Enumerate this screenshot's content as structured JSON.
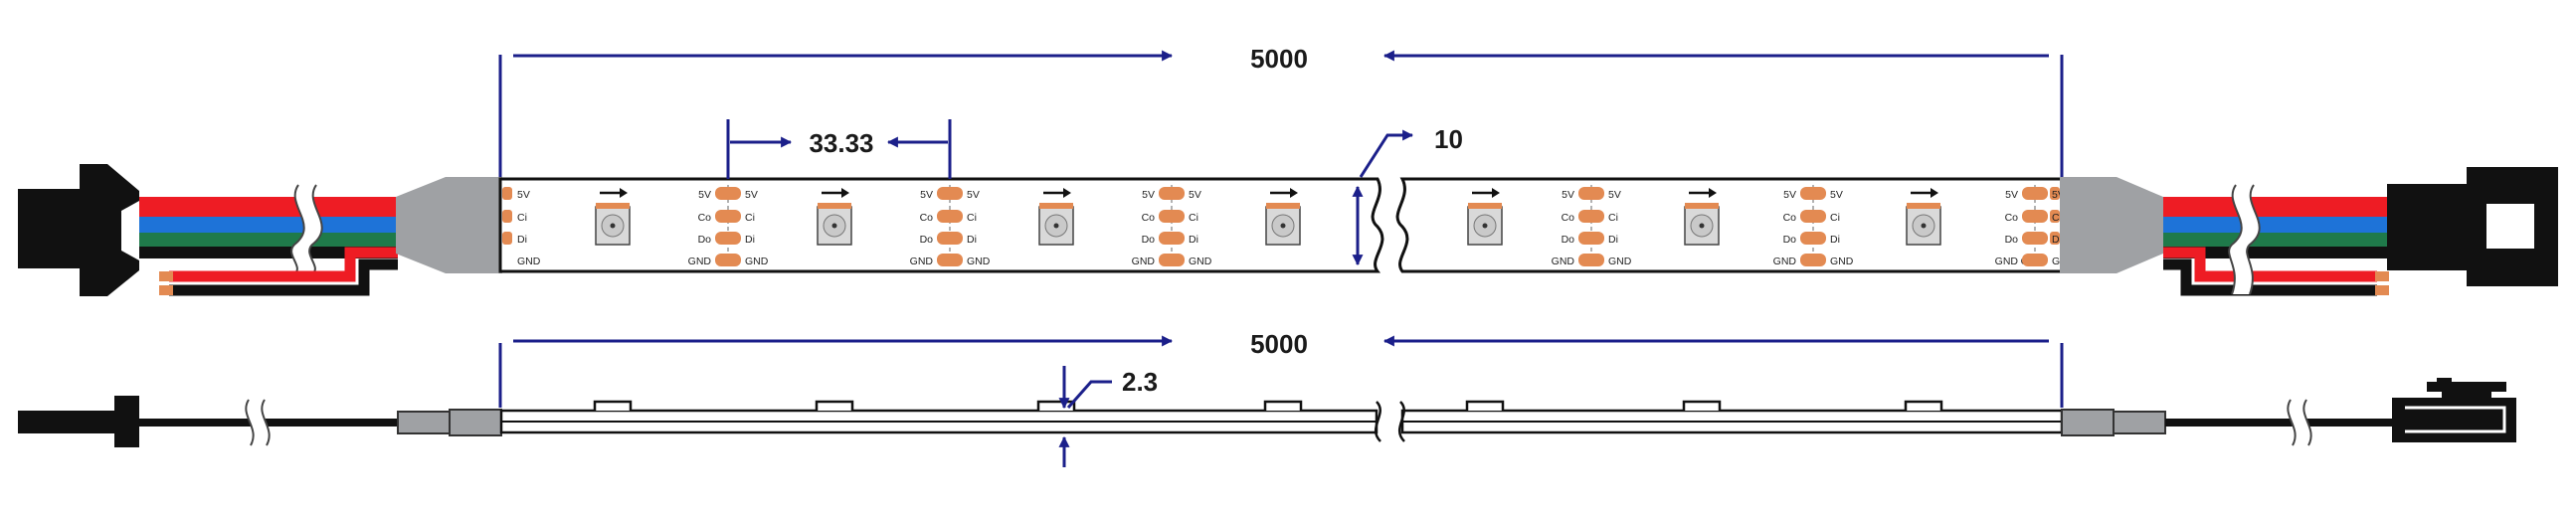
{
  "dimensions": {
    "total_length_top": "5000",
    "led_pitch": "33.33",
    "strip_width": "10",
    "total_length_side": "5000",
    "thickness": "2.3"
  },
  "pad_labels": {
    "power": "5V",
    "clock_in": "Ci",
    "data_in": "Di",
    "clock_out": "Co",
    "data_out": "Do",
    "ground": "GND"
  },
  "colors": {
    "dimension_line": "#1b1f8a",
    "copper_pad": "#e38a52",
    "wire_red": "#ee1c24",
    "wire_blue": "#1e73d8",
    "wire_green": "#1f7a4a",
    "wire_black": "#111111",
    "connector_body": "#111111",
    "sleeve_grey": "#9fa1a4"
  },
  "icons": [
    "arrow-right-icon",
    "led-chip-icon",
    "break-mark-icon"
  ]
}
